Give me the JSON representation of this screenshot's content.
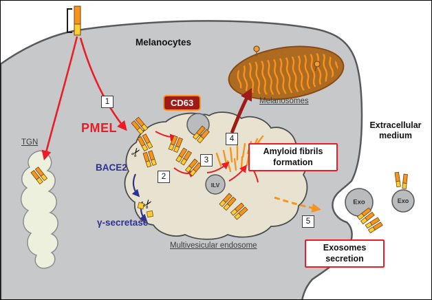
{
  "labels": {
    "melanocytes": "Melanocytes",
    "extracellular_medium": "Extracellular medium",
    "melanosomes": "Melanosomes",
    "tgn": "TGN",
    "multivesicular_endosome": "Multivesicular endosome",
    "pmel": "PMEL",
    "bace2": "BACE2",
    "gamma_secretase": "γ-secretase",
    "cd63": "CD63",
    "ilv": "ILV",
    "exo_left": "Exo",
    "exo_right": "Exo"
  },
  "callouts": {
    "amyloid_fibrils": "Amyloid fibrils formation",
    "exosomes_secretion": "Exosomes secretion"
  },
  "steps": [
    "1",
    "2",
    "3",
    "4",
    "5"
  ],
  "icons": {
    "scissors": "✂"
  },
  "colors": {
    "pmel_label_red": "#ed1c24",
    "enzyme_label_blue": "#2e3192",
    "cd63_badge_background": "#9e1b17",
    "cd63_badge_border": "#f7941d",
    "callout_border_red": "#ed1c24",
    "protein_orange": "#f7941d",
    "protein_yellow": "#ffcc33",
    "cell_gray": "#c7c8ca",
    "endosome_beige": "#e8e3d0",
    "melanosome_brown": "#ad6a21",
    "vesicle_gray": "#b9bbbd"
  }
}
